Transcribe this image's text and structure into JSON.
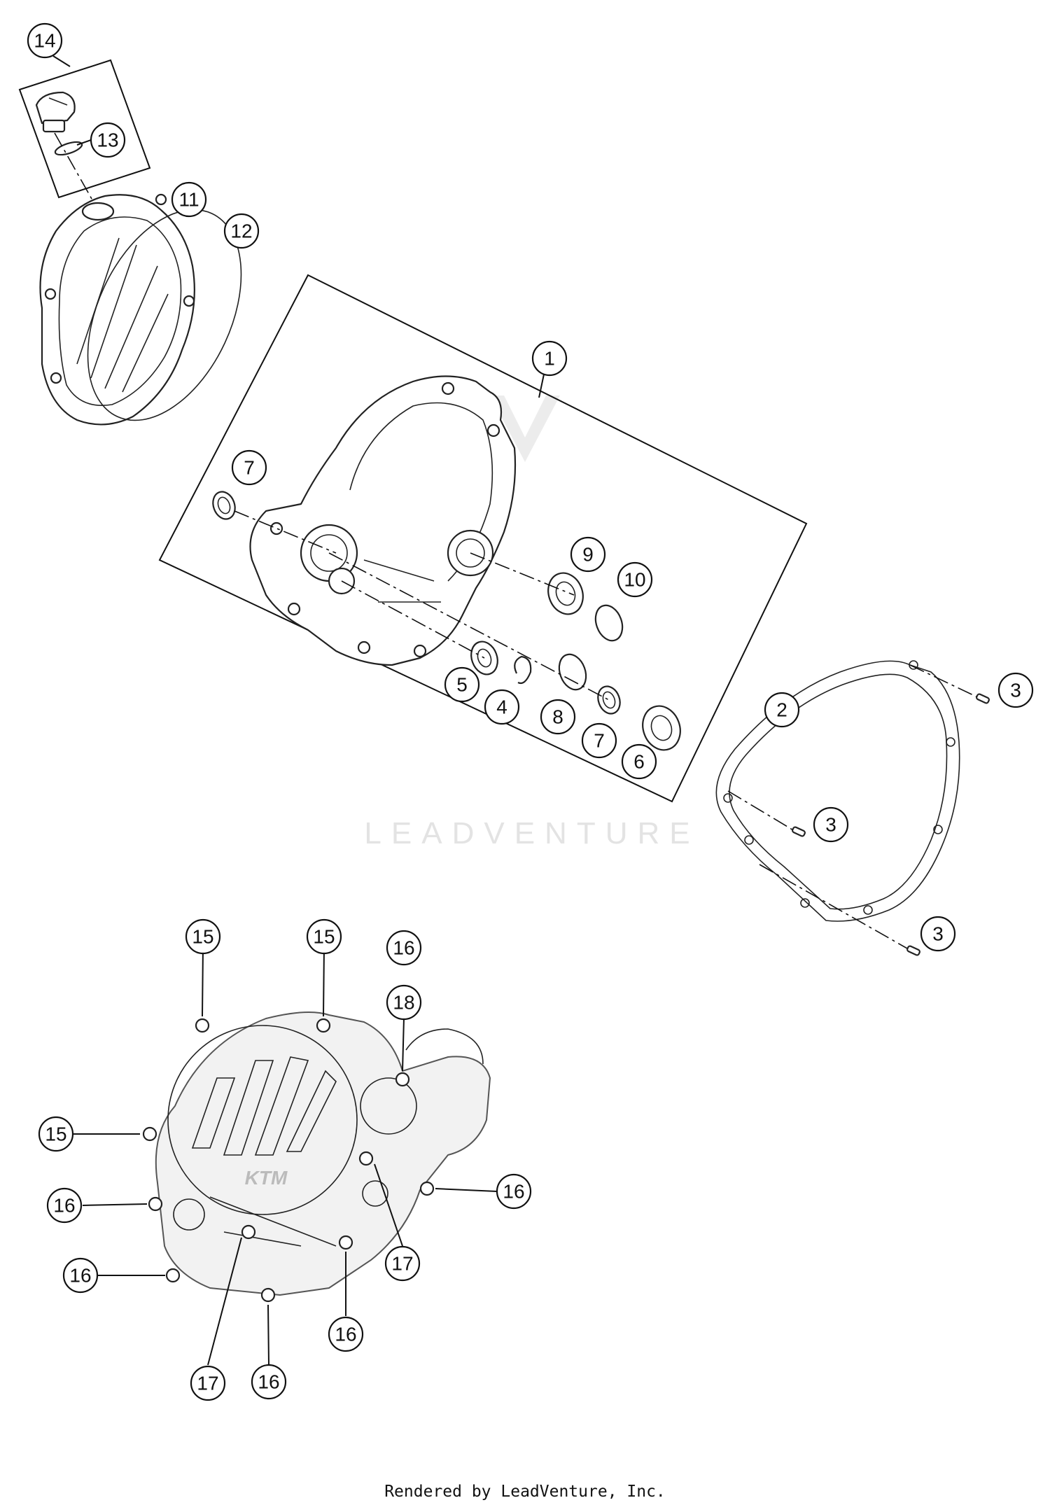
{
  "diagram": {
    "callouts": [
      {
        "id": "c14",
        "label": "14"
      },
      {
        "id": "c13",
        "label": "13"
      },
      {
        "id": "c11",
        "label": "11"
      },
      {
        "id": "c12",
        "label": "12"
      },
      {
        "id": "c1",
        "label": "1"
      },
      {
        "id": "c7a",
        "label": "7"
      },
      {
        "id": "c9",
        "label": "9"
      },
      {
        "id": "c10",
        "label": "10"
      },
      {
        "id": "c5",
        "label": "5"
      },
      {
        "id": "c4",
        "label": "4"
      },
      {
        "id": "c8",
        "label": "8"
      },
      {
        "id": "c7b",
        "label": "7"
      },
      {
        "id": "c6",
        "label": "6"
      },
      {
        "id": "c2",
        "label": "2"
      },
      {
        "id": "c3a",
        "label": "3"
      },
      {
        "id": "c3b",
        "label": "3"
      },
      {
        "id": "c3c",
        "label": "3"
      },
      {
        "id": "c15a",
        "label": "15"
      },
      {
        "id": "c15b",
        "label": "15"
      },
      {
        "id": "c16a",
        "label": "16"
      },
      {
        "id": "c18",
        "label": "18"
      },
      {
        "id": "c15c",
        "label": "15"
      },
      {
        "id": "c16b",
        "label": "16"
      },
      {
        "id": "c16c",
        "label": "16"
      },
      {
        "id": "c16d",
        "label": "16"
      },
      {
        "id": "c17a",
        "label": "17"
      },
      {
        "id": "c16e",
        "label": "16"
      },
      {
        "id": "c17b",
        "label": "17"
      },
      {
        "id": "c16f",
        "label": "16"
      }
    ],
    "logo_text": "KTM"
  },
  "watermark": {
    "text": "LEADVENTURE"
  },
  "footer": {
    "text": "Rendered by LeadVenture, Inc."
  }
}
